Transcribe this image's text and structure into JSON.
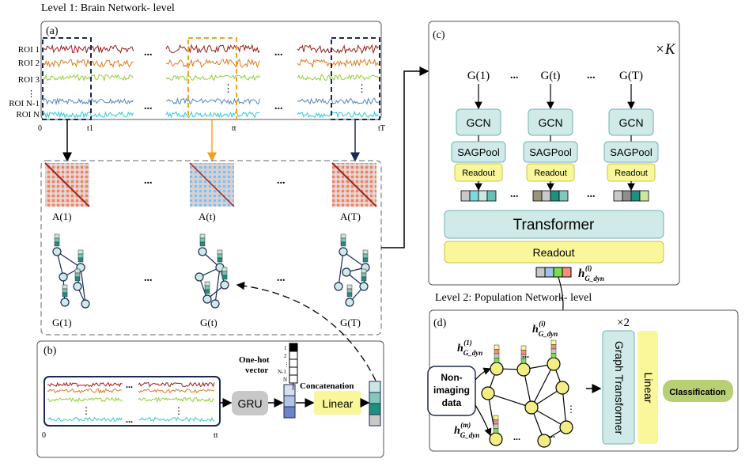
{
  "level1_title": "Level 1: Brain Network- level",
  "level2_title": "Level 2: Population Network- level",
  "panel_a": {
    "label": "(a)",
    "roi_labels": [
      "ROI 1",
      "ROI 2",
      "ROI 3",
      "⋮",
      "ROI N-1",
      "ROI N"
    ],
    "time_labels": [
      "0",
      "t1",
      "tt",
      "tT"
    ],
    "ellipsis": "...",
    "vdots": "⋮",
    "signal_colors": [
      "#9b1c1c",
      "#e07b1f",
      "#8ed12e",
      "#5b84c4",
      "#35c8d2"
    ]
  },
  "matrices": {
    "labels": [
      "A(1)",
      "A(t)",
      "A(T)"
    ],
    "graph_labels": [
      "G(1)",
      "G(t)",
      "G(T)"
    ],
    "ellipsis": "..."
  },
  "panel_b": {
    "label": "(b)",
    "gru": "GRU",
    "linear": "Linear",
    "onehot_title_1": "One-hot",
    "onehot_title_2": "vector",
    "onehot_digits": [
      "1",
      "2",
      "⋮",
      "N-1",
      "N"
    ],
    "concatenation": "Concatenation",
    "time_labels": [
      "0",
      "tt"
    ],
    "ellipsis": "..."
  },
  "panel_c": {
    "label": "(c)",
    "repeat": "×K",
    "graph_inputs": [
      "G(1)",
      "G(t)",
      "G(T)"
    ],
    "gcn": "GCN",
    "sagpool": "SAGPool",
    "readout": "Readout",
    "transformer": "Transformer",
    "readout_wide": "Readout",
    "h_main": "h",
    "h_sub": "G_dyn",
    "h_sup": "(i)",
    "ellipsis": "..."
  },
  "panel_d": {
    "label": "(d)",
    "repeat": "×2",
    "non_imaging": [
      "Non-",
      "imaging",
      "data"
    ],
    "graph_transformer": "Graph Transformer",
    "linear": "Linear",
    "classification": "Classification",
    "h_main": "h",
    "h_sub": "G_dyn",
    "h_sup_1": "(1)",
    "h_sup_i": "(i)",
    "h_sup_m": "(m)",
    "ellipsis": "..."
  },
  "colors": {
    "teal_box": "#cfeae8",
    "teal_stroke": "#6fb2ad",
    "yellow": "#f9f79a",
    "yellow_stroke": "#c9c441",
    "gru_gray": "#c8c8c8",
    "classification": "#b9cf74",
    "dark_navy": "#1b2a52",
    "orange": "#f2a21e",
    "node_yellow": "#f3ee84"
  }
}
